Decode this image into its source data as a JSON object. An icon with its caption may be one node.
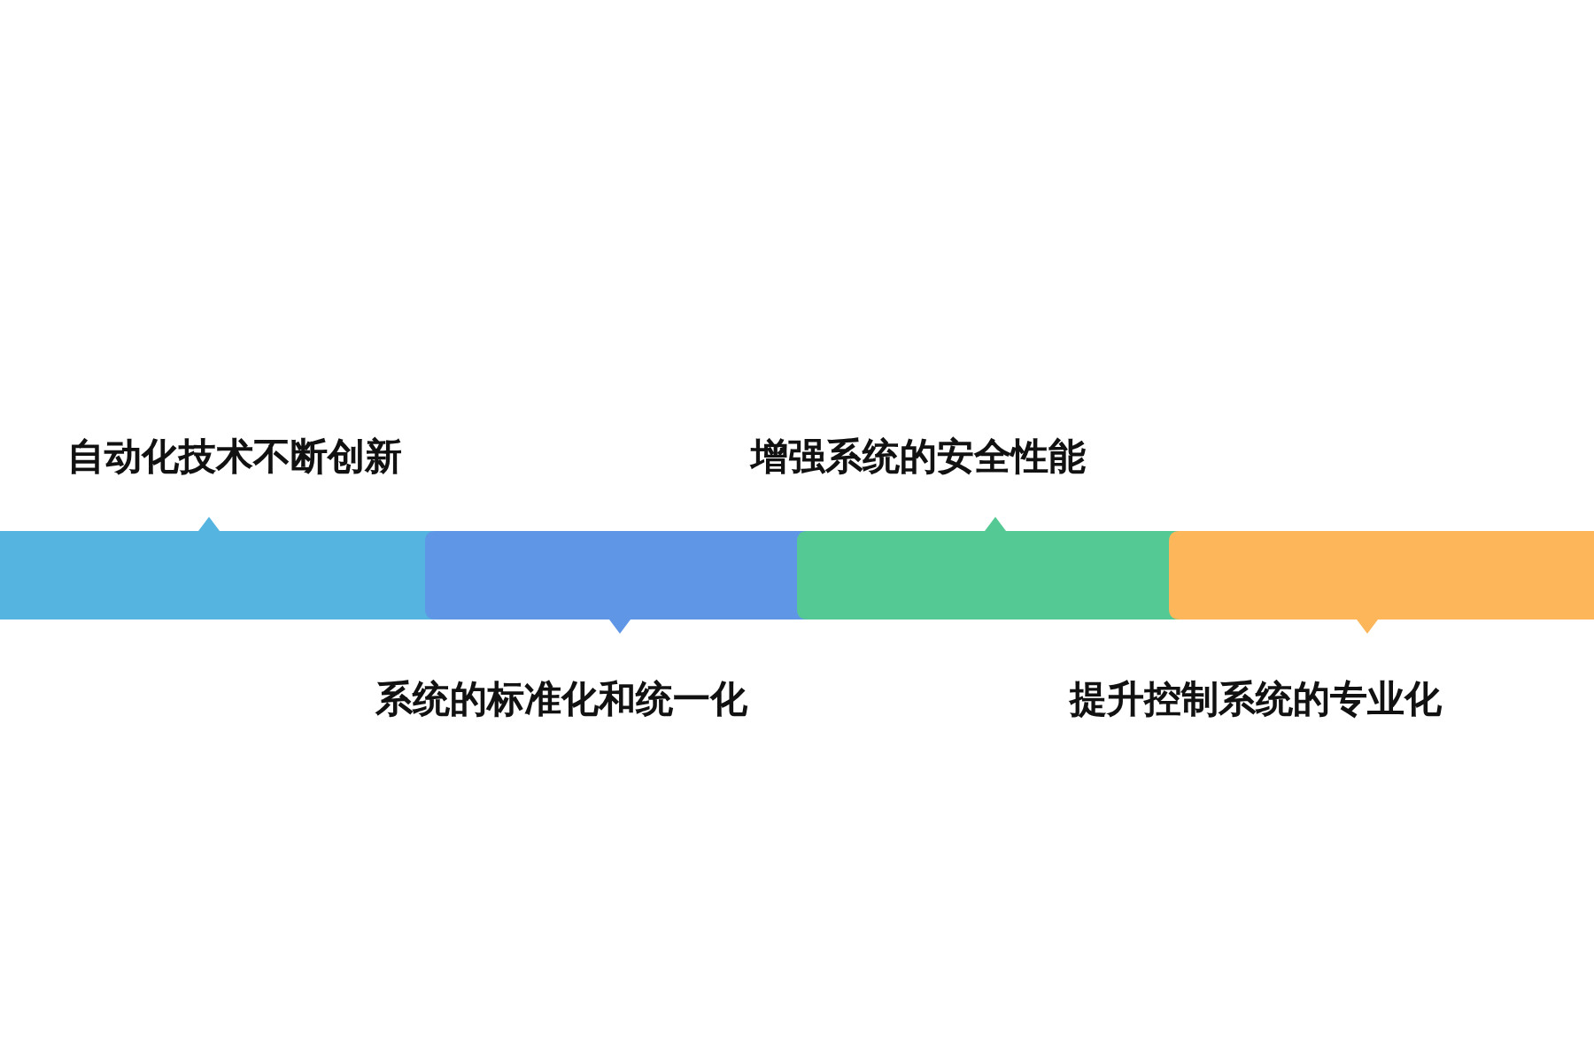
{
  "diagram": {
    "nodes": [
      {
        "text": [
          "自动化技术不断创新"
        ]
      },
      {
        "text": [
          "系统的标准化和统一化"
        ]
      },
      {
        "text": [
          "增强系统的安全性能"
        ]
      },
      {
        "text": [
          "提升控制系统的专业化"
        ]
      }
    ]
  }
}
